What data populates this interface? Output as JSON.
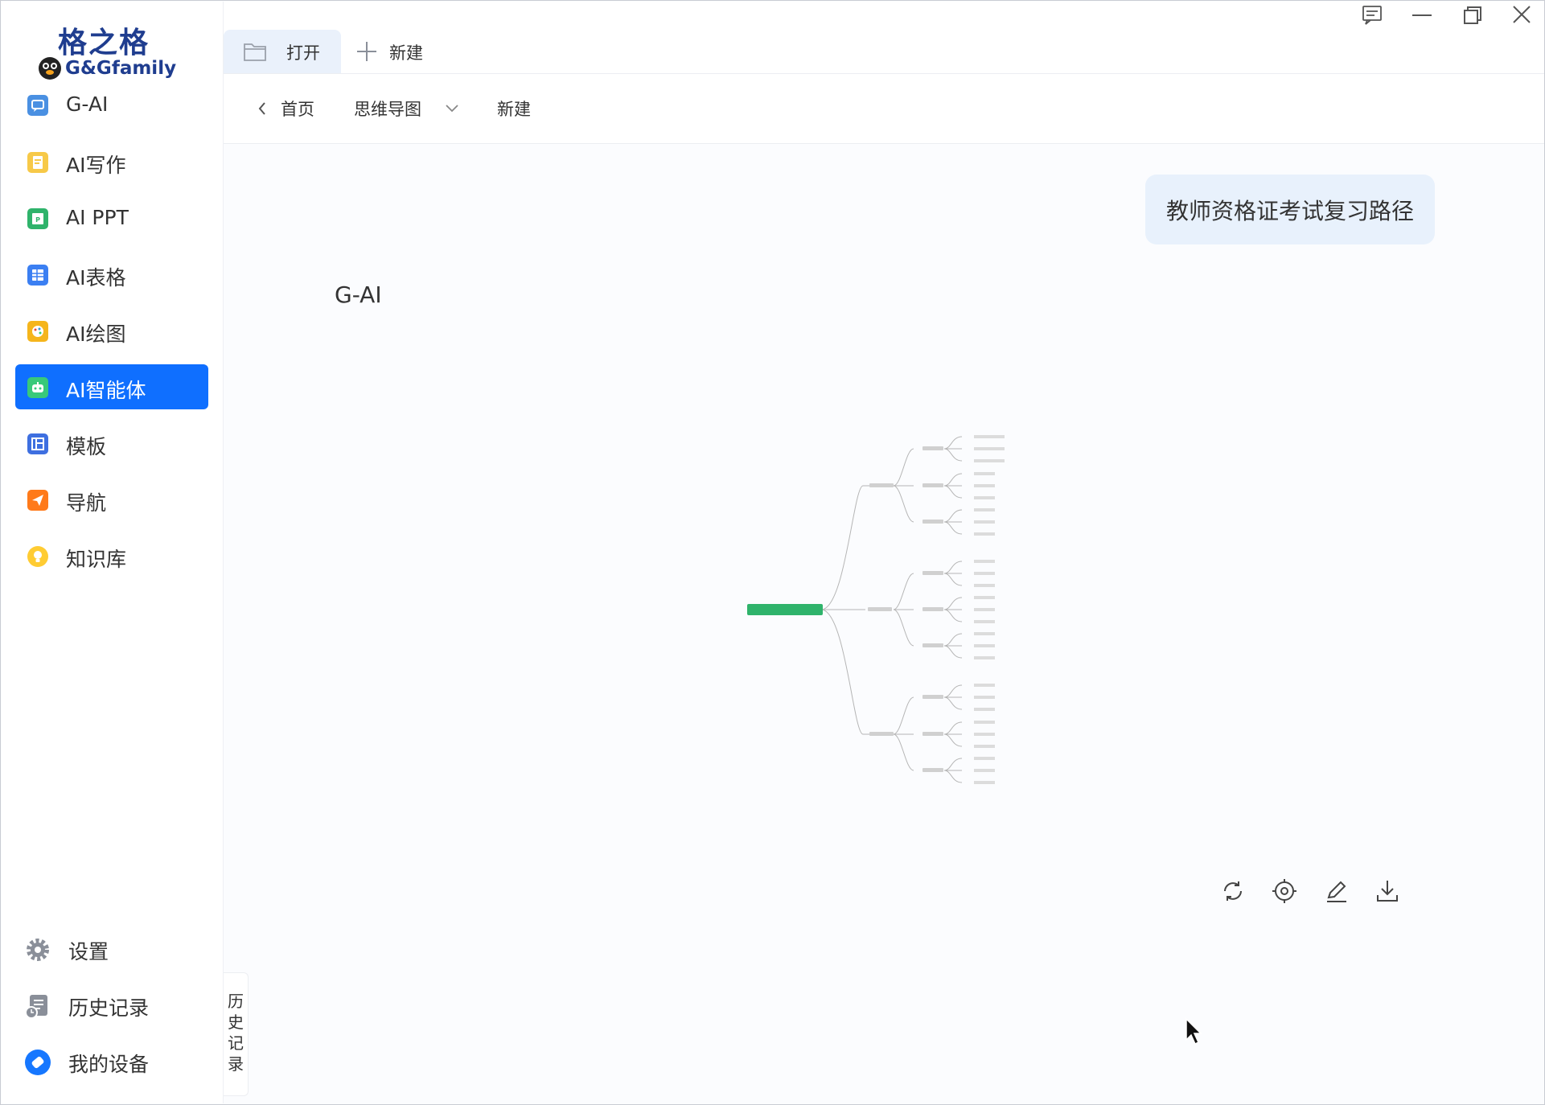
{
  "logo": {
    "cn": "格之格",
    "en": "G&Gfamily"
  },
  "sidebar": {
    "items": [
      {
        "label": "G-AI",
        "icon": "chat-icon",
        "color": "#4a90e2",
        "active": false
      },
      {
        "label": "AI写作",
        "icon": "writing-icon",
        "color": "#f7c948",
        "active": false
      },
      {
        "label": "AI PPT",
        "icon": "ppt-icon",
        "color": "#2fb36b",
        "active": false
      },
      {
        "label": "AI表格",
        "icon": "spreadsheet-icon",
        "color": "#3b7ff2",
        "active": false
      },
      {
        "label": "AI绘图",
        "icon": "palette-icon",
        "color": "#f5b51c",
        "active": false
      },
      {
        "label": "AI智能体",
        "icon": "robot-icon",
        "color": "#38c97a",
        "active": true
      },
      {
        "label": "模板",
        "icon": "template-icon",
        "color": "#3e6fe0",
        "active": false
      },
      {
        "label": "导航",
        "icon": "navigation-icon",
        "color": "#ff7a1a",
        "active": false
      },
      {
        "label": "知识库",
        "icon": "lightbulb-icon",
        "color": "#ffcc33",
        "active": false
      }
    ],
    "bottom": [
      {
        "label": "设置",
        "icon": "gear-icon"
      },
      {
        "label": "历史记录",
        "icon": "history-icon"
      },
      {
        "label": "我的设备",
        "icon": "device-icon"
      }
    ]
  },
  "tabs": {
    "open_label": "打开",
    "new_label": "新建"
  },
  "breadcrumb": {
    "home": "首页",
    "category": "思维导图",
    "new": "新建"
  },
  "chat": {
    "user_message": "教师资格证考试复习路径",
    "assistant_name": "G-AI"
  },
  "history_tab": "历史记录",
  "colors": {
    "accent": "#0f6fff",
    "root_node": "#2fb36b",
    "bubble": "#e8f1fc"
  }
}
